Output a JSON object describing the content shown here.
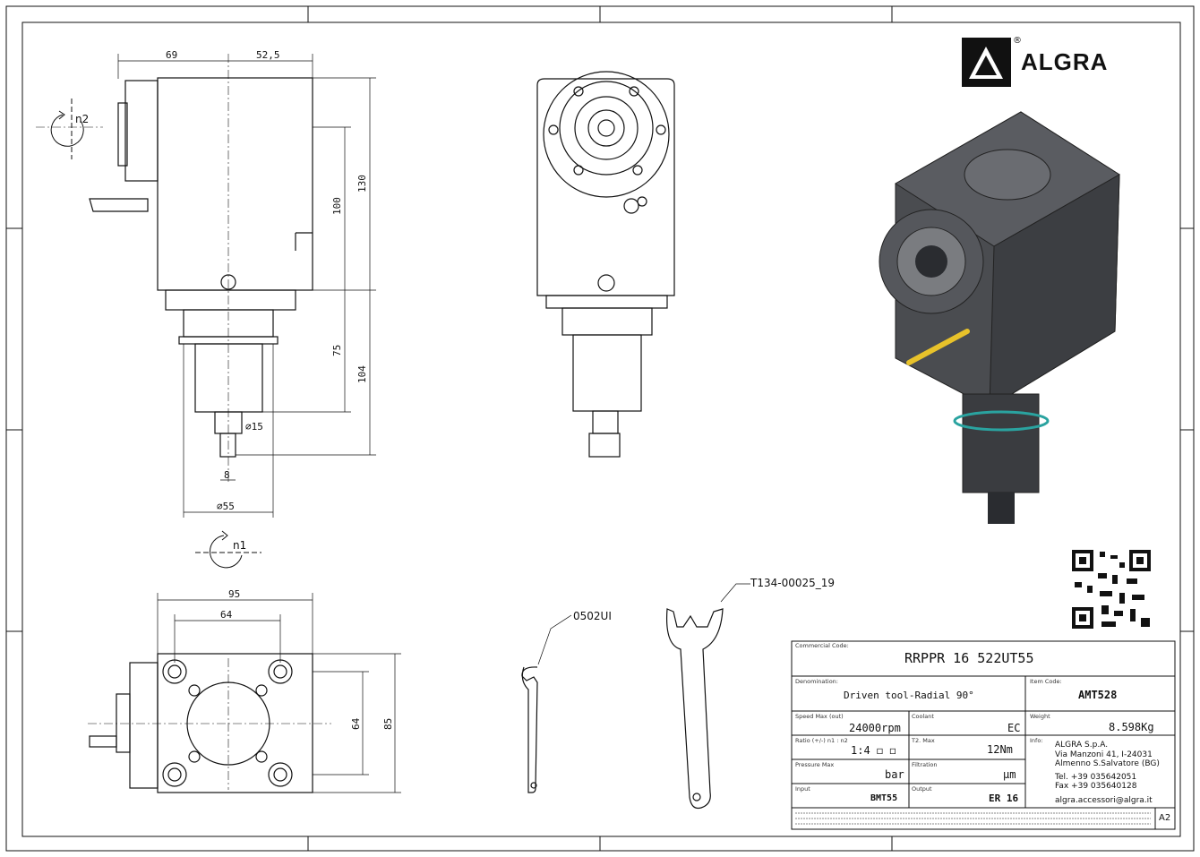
{
  "logo": {
    "name": "ALGRA",
    "registered": "®"
  },
  "dimensions": {
    "top_width_left": "69",
    "top_width_right": "52,5",
    "height_100": "100",
    "height_130": "130",
    "height_75": "75",
    "height_104": "104",
    "dia_15": "∅15",
    "width_8": "8",
    "dia_55": "∅55",
    "bottom_95": "95",
    "bottom_64": "64",
    "side_64": "64",
    "side_85": "85"
  },
  "rotation_labels": {
    "n2": "n2",
    "n1": "n1"
  },
  "accessories": {
    "wrench_small": "0502UI",
    "wrench_large": "T134-00025_19"
  },
  "title_block": {
    "commercial_code_label": "Commercial Code:",
    "commercial_code": "RRPPR 16 522UT55",
    "denomination_label": "Denomination:",
    "denomination": "Driven tool-Radial 90°",
    "item_code_label": "Item Code:",
    "item_code": "AMT528",
    "speed_label": "Speed Max (out)",
    "speed_value": "24000",
    "speed_unit": "rpm",
    "coolant_label": "Coolant",
    "coolant_value": "EC",
    "weight_label": "Weight",
    "weight_value": "8.598Kg",
    "ratio_label": "Ratio (+/-) n1 : n2",
    "ratio_value": "1:4 ◻ ◻",
    "torque_label": "T2. Max",
    "torque_value": "12",
    "torque_unit": "Nm",
    "info_label": "Info:",
    "info_company": "ALGRA S.p.A.",
    "info_address1": "Via Manzoni 41, I-24031",
    "info_address2": "Almenno S.Salvatore (BG)",
    "info_tel": "Tel. +39 035642051",
    "info_fax": "Fax +39 035640128",
    "info_email": "algra.accessori@algra.it",
    "pressure_label": "Pressure Max",
    "pressure_unit": "bar",
    "filtration_label": "Filtration",
    "filtration_unit": "µm",
    "input_label": "Input",
    "input_value": "BMT55",
    "output_label": "Output",
    "output_value": "ER 16",
    "sheet_size": "A2"
  }
}
